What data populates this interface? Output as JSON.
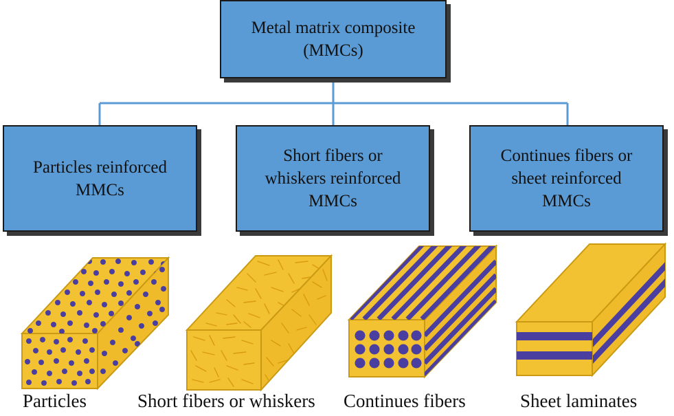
{
  "root": {
    "label": "Metal matrix composite\n(MMCs)"
  },
  "categories": [
    {
      "label": "Particles reinforced\nMMCs"
    },
    {
      "label": "Short fibers or\nwhiskers reinforced\nMMCs"
    },
    {
      "label": "Continues fibers or\nsheet reinforced\nMMCs"
    }
  ],
  "captions": [
    "Particles",
    "Short fibers or whiskers",
    "Continues fibers",
    "Sheet laminates"
  ],
  "colors": {
    "box": "#5b9bd5",
    "connector": "#5b9bd5",
    "matrix": "#f2c232",
    "reinforcement": "#4a3fa0"
  }
}
